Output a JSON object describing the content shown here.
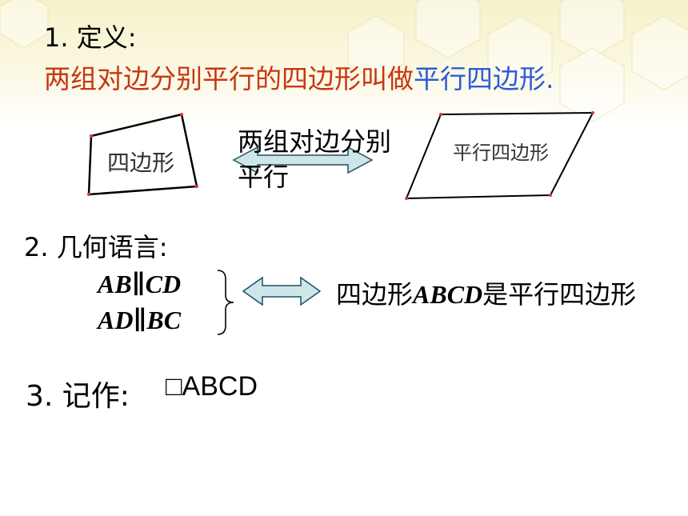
{
  "definition": {
    "title": "1. 定义:",
    "body_part1": "两组对边分别平行的四边形叫做",
    "body_term": "平行四边形",
    "body_end": "."
  },
  "diagram": {
    "quad_label": "四边形",
    "arrow_label": "两组对边分别平行",
    "para_label": "平行四边形"
  },
  "geometry": {
    "title": "2. 几何语言:",
    "line1": "AB∥CD",
    "line2": "AD∥BC",
    "result_pre": "四边形",
    "result_abcd": "ABCD",
    "result_post": "是平行四边形"
  },
  "notation": {
    "title": "3. 记作:",
    "symbol": "□ABCD"
  },
  "colors": {
    "definition_text": "#c8370f",
    "term_text": "#2f5ad8",
    "arrow_fill": "#cde6ea",
    "arrow_stroke": "#1f4f63"
  }
}
